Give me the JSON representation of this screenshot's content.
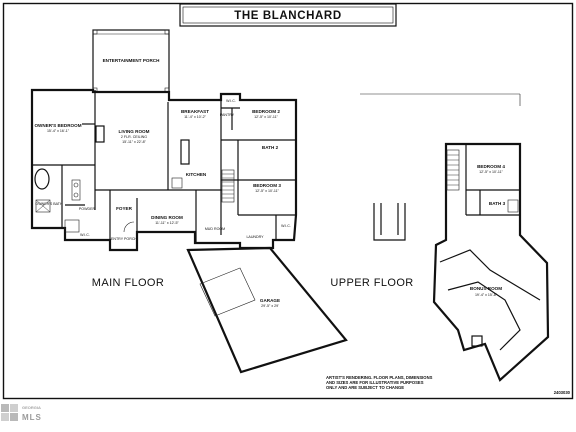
{
  "title": "THE BLANCHARD",
  "main_floor_label": "MAIN FLOOR",
  "upper_floor_label": "UPPER FLOOR",
  "rooms": {
    "entertainment_porch": "ENTERTAINMENT PORCH",
    "owners_bedroom": {
      "name": "OWNER'S BEDROOM",
      "dim": "15'-4\" x 16'-1\""
    },
    "living_room": {
      "name": "LIVING ROOM",
      "sub": "2 FLR. CEILING",
      "dim": "15'-11\" x 22'-8\""
    },
    "breakfast": {
      "name": "BREAKFAST",
      "dim": "11'-4\" x 10'-2\""
    },
    "wic_upper": "W.I.C.",
    "pantry": "PANTRY",
    "bedroom2": {
      "name": "BEDROOM 2",
      "dim": "12'-5\" x 10'-11\""
    },
    "bath2": "BATH 2",
    "kitchen": "KITCHEN",
    "bedroom3": {
      "name": "BEDROOM 3",
      "dim": "12'-5\" x 10'-11\""
    },
    "owners_bath": "OWNER'S BATH",
    "powder": "POWDER",
    "foyer": "FOYER",
    "dining_room": {
      "name": "DINING ROOM",
      "dim": "11'-11\" x 12'-5\""
    },
    "mud_room": "MUD ROOM",
    "laundry": "LAUNDRY",
    "wic_bed3": "W.I.C.",
    "wic_owner": "W.I.C.",
    "entry_porch": "ENTRY PORCH",
    "garage": {
      "name": "GARAGE",
      "dim": "29'-5\" x 29'"
    },
    "bedroom4": {
      "name": "BEDROOM 4",
      "dim": "12'-5\" x 10'-11\""
    },
    "bath3": "BATH 3",
    "bonus_room": {
      "name": "BONUS ROOM",
      "dim": "19'-4\" x 15'-8\""
    }
  },
  "disclaimer": [
    "ARTIST'S RENDERING. FLOOR PLANS, DIMENSIONS",
    "AND SIZES ARE FOR ILLUSTRATIVE PURPOSES",
    "ONLY AND ARE SUBJECT TO CHANGE"
  ],
  "plan_number": "2403030",
  "watermark": {
    "brand": "GEORGIA",
    "mark": "MLS"
  }
}
